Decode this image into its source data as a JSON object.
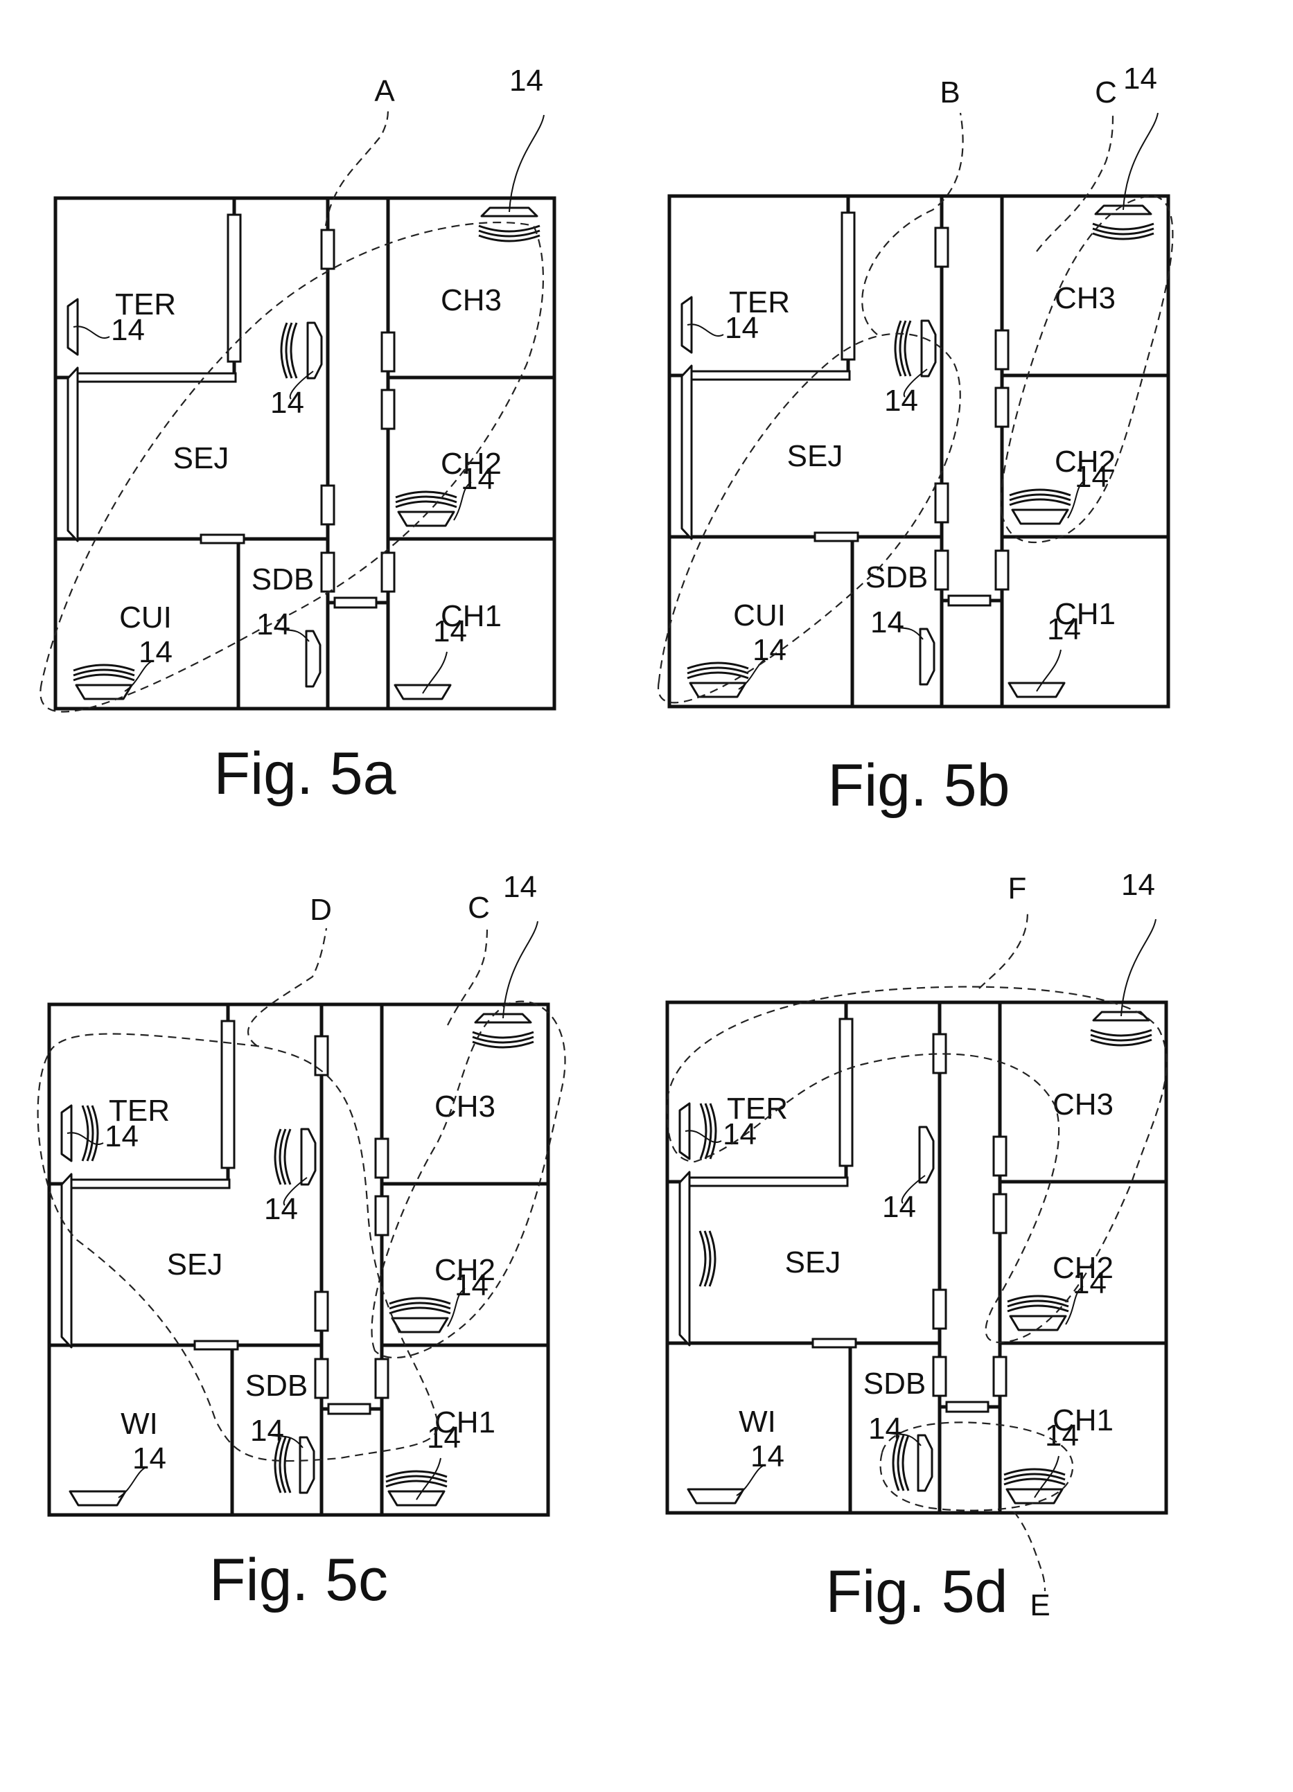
{
  "figures": [
    {
      "id": "5a",
      "caption": "Fig. 5a",
      "rooms": {
        "TER": "TER",
        "SEJ": "SEJ",
        "BL": "CUI",
        "SDB": "SDB",
        "CH1": "CH1",
        "CH2": "CH2",
        "CH3": "CH3"
      },
      "ref": "14",
      "zones": [
        {
          "name": "A",
          "label": "A"
        }
      ],
      "devices": [
        {
          "room": "CH3",
          "orient": "down",
          "waves": true,
          "label": "14"
        },
        {
          "room": "TER",
          "orient": "left",
          "waves": false,
          "label": "14"
        },
        {
          "room": "SEJ-corr",
          "orient": "right",
          "waves": true,
          "label": "14"
        },
        {
          "room": "SEJ-left",
          "orient": "bar",
          "waves": false,
          "label": ""
        },
        {
          "room": "CH2",
          "orient": "up",
          "waves": true,
          "label": "14"
        },
        {
          "room": "BL",
          "orient": "up",
          "waves": true,
          "label": "14"
        },
        {
          "room": "SDB",
          "orient": "right",
          "waves": false,
          "label": "14"
        },
        {
          "room": "CH1",
          "orient": "up",
          "waves": false,
          "label": "14"
        }
      ]
    },
    {
      "id": "5b",
      "caption": "Fig. 5b",
      "rooms": {
        "TER": "TER",
        "SEJ": "SEJ",
        "BL": "CUI",
        "SDB": "SDB",
        "CH1": "CH1",
        "CH2": "CH2",
        "CH3": "CH3"
      },
      "ref": "14",
      "zones": [
        {
          "name": "B",
          "label": "B"
        },
        {
          "name": "C",
          "label": "C"
        }
      ],
      "devices": [
        {
          "room": "CH3",
          "orient": "down",
          "waves": true,
          "label": "14"
        },
        {
          "room": "TER",
          "orient": "left",
          "waves": false,
          "label": "14"
        },
        {
          "room": "SEJ-corr",
          "orient": "right",
          "waves": true,
          "label": "14"
        },
        {
          "room": "SEJ-left",
          "orient": "bar",
          "waves": false,
          "label": ""
        },
        {
          "room": "CH2",
          "orient": "up",
          "waves": true,
          "label": "14"
        },
        {
          "room": "BL",
          "orient": "up",
          "waves": true,
          "label": "14"
        },
        {
          "room": "SDB",
          "orient": "right",
          "waves": false,
          "label": "14"
        },
        {
          "room": "CH1",
          "orient": "up",
          "waves": false,
          "label": "14"
        }
      ]
    },
    {
      "id": "5c",
      "caption": "Fig. 5c",
      "rooms": {
        "TER": "TER",
        "SEJ": "SEJ",
        "BL": "WI",
        "SDB": "SDB",
        "CH1": "CH1",
        "CH2": "CH2",
        "CH3": "CH3"
      },
      "ref": "14",
      "zones": [
        {
          "name": "D",
          "label": "D"
        },
        {
          "name": "C",
          "label": "C"
        }
      ],
      "devices": [
        {
          "room": "CH3",
          "orient": "down",
          "waves": true,
          "label": "14"
        },
        {
          "room": "TER",
          "orient": "left",
          "waves": true,
          "label": "14"
        },
        {
          "room": "SEJ-corr",
          "orient": "right",
          "waves": true,
          "label": "14"
        },
        {
          "room": "SEJ-left",
          "orient": "bar",
          "waves": false,
          "label": ""
        },
        {
          "room": "CH2",
          "orient": "up",
          "waves": true,
          "label": "14"
        },
        {
          "room": "BL",
          "orient": "up",
          "waves": false,
          "label": "14"
        },
        {
          "room": "SDB",
          "orient": "right",
          "waves": true,
          "label": "14"
        },
        {
          "room": "CH1",
          "orient": "up",
          "waves": true,
          "label": "14"
        }
      ]
    },
    {
      "id": "5d",
      "caption": "Fig. 5d",
      "rooms": {
        "TER": "TER",
        "SEJ": "SEJ",
        "BL": "WI",
        "SDB": "SDB",
        "CH1": "CH1",
        "CH2": "CH2",
        "CH3": "CH3"
      },
      "ref": "14",
      "zones": [
        {
          "name": "F",
          "label": "F"
        },
        {
          "name": "E",
          "label": "E"
        }
      ],
      "devices": [
        {
          "room": "CH3",
          "orient": "down",
          "waves": true,
          "label": "14"
        },
        {
          "room": "TER",
          "orient": "left",
          "waves": true,
          "label": "14"
        },
        {
          "room": "SEJ-corr",
          "orient": "right",
          "waves": false,
          "label": "14"
        },
        {
          "room": "SEJ-left",
          "orient": "bar",
          "waves": true,
          "label": ""
        },
        {
          "room": "CH2",
          "orient": "up",
          "waves": true,
          "label": "14"
        },
        {
          "room": "BL",
          "orient": "up",
          "waves": false,
          "label": "14"
        },
        {
          "room": "SDB",
          "orient": "right",
          "waves": true,
          "label": "14"
        },
        {
          "room": "CH1",
          "orient": "up",
          "waves": true,
          "label": "14"
        }
      ]
    }
  ]
}
